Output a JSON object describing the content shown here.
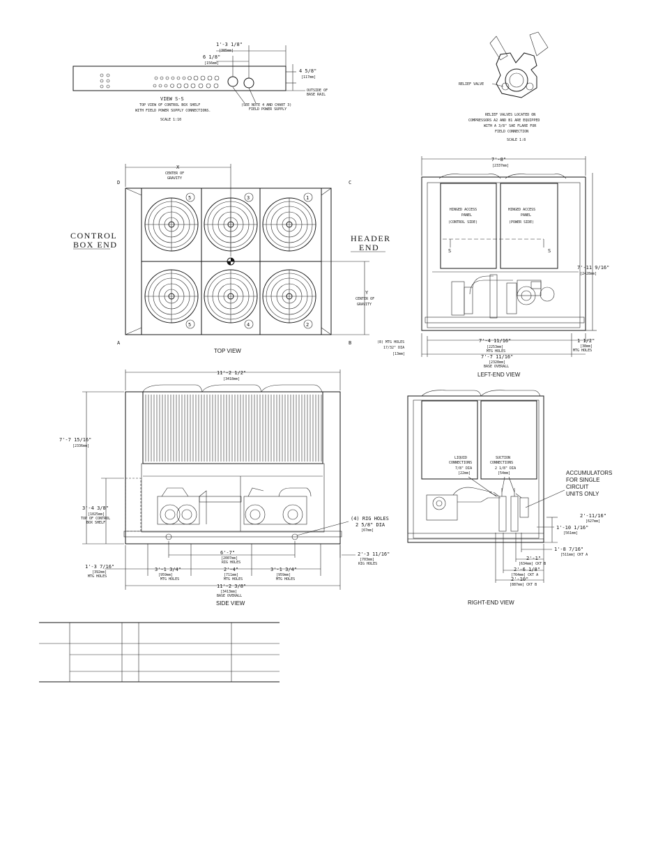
{
  "view_s": {
    "dim_top": "1'-3 1/8\"",
    "dim_top_mm": "[385mm]",
    "dim_mid": "6 1/8\"",
    "dim_mid_mm": "[156mm]",
    "dim_right": "4 5/8\"",
    "dim_right_mm": "[117mm]",
    "outside": "OUTSIDE OF",
    "base_rail": "BASE RAIL",
    "title": "VIEW S-S",
    "sub1": "TOP VIEW OF CONTROL BOX SHELF",
    "sub2": "WITH FIELD POWER SUPPLY CONNECTIONS.",
    "scale": "SCALE 1:10",
    "note1": "(SEE NOTE 4 AND CHART 3)",
    "note2": "FIELD POWER SUPPLY"
  },
  "relief": {
    "valve_label": "RELIEF VALVE",
    "l1": "RELIEF VALVES LOCATED ON",
    "l2": "COMPRESSORS A2 AND B1 ARE EQUIPPED",
    "l3": "WITH A 3/8\" SAE FLARE FOR",
    "l4": "FIELD CONNECTION",
    "scale": "SCALE 1:8"
  },
  "top_view": {
    "x_label": "X",
    "x_cog1": "CENTER OF",
    "x_cog2": "GRAVITY",
    "y_label": "Y",
    "y_cog1": "CENTER OF",
    "y_cog2": "GRAVITY",
    "corner_a": "A",
    "corner_b": "B",
    "corner_c": "C",
    "corner_d": "D",
    "control1": "CONTROL",
    "control2": "BOX END",
    "header1": "HEADER",
    "header2": "END",
    "fans_top": [
      "5",
      "3",
      "1"
    ],
    "fans_bottom": [
      "5",
      "4",
      "2"
    ],
    "title": "TOP VIEW"
  },
  "left_end": {
    "width": "7'-8\"",
    "width_mm": "[2337mm]",
    "height": "7'-11 9/16\"",
    "height_mm": "[2428mm]",
    "panel_l1": "HINGED ACCESS",
    "panel_l2": "PANEL",
    "panel_l3": "(CONTROL SIDE)",
    "panel_r1": "HINGED ACCESS",
    "panel_r2": "PANEL",
    "panel_r3": "(POWER SIDE)",
    "s": "S",
    "mtg1": "(8) MTG HOLES",
    "mtg2": "17/32\" DIA",
    "mtg_mm": "[13mm]",
    "mtg_dim": "7'-4 11/16\"",
    "mtg_dim_mm": "[2253mm]",
    "mtg_holes": "MTG HOLES",
    "edge_dim": "1 1/2\"",
    "edge_mm": "[38mm]",
    "edge_lbl": "MTG HOLES",
    "base_dim": "7'-7 11/16\"",
    "base_mm": "[2328mm]",
    "base_lbl": "BASE OVERALL",
    "title": "LEFT-END VIEW"
  },
  "side_view": {
    "width": "11'-2 1/2\"",
    "width_mm": "[3418mm]",
    "height": "7'-7 15/16\"",
    "height_mm": "[2336mm]",
    "shelf": "3'-4 3/8\"",
    "shelf_mm": "[1025mm]",
    "shelf_l1": "TOP OF CONTROL",
    "shelf_l2": "BOX SHELF",
    "rig1": "(4) RIG HOLES",
    "rig2": "2 5/8\" DIA",
    "rig_mm": "[67mm]",
    "rig_span": "6'-7\"",
    "rig_span_mm": "[2007mm]",
    "rig_span_lbl": "RIG HOLES",
    "right_dim": "2'-3 11/16\"",
    "right_mm": "[703mm]",
    "right_lbl": "RIG HOLES",
    "left_dim": "1'-3 7/16\"",
    "left_mm": "[392mm]",
    "left_lbl": "MTG HOLES",
    "m1": "3'-1 3/4\"",
    "m1_mm": "[959mm]",
    "m1_lbl": "MTG HOLES",
    "m2": "2'-4\"",
    "m2_mm": "[711mm]",
    "m2_lbl": "MTG HOLES",
    "m3": "3'-1 3/4\"",
    "m3_mm": "[959mm]",
    "m3_lbl": "MTG HOLES",
    "base": "11'-2 3/8\"",
    "base_mm": "[3413mm]",
    "base_lbl": "BASE OVERALL",
    "title": "SIDE VIEW"
  },
  "right_end": {
    "liq1": "LIQUID",
    "liq2": "CONNECTIONS",
    "liq3": "7/8\" DIA",
    "liq_mm": "[22mm]",
    "suc1": "SUCTION",
    "suc2": "CONNECTIONS",
    "suc3": "2 1/8\" DIA",
    "suc_mm": "[54mm]",
    "acc1": "ACCUMULATORS",
    "acc2": "FOR SINGLE",
    "acc3": "CIRCUIT",
    "acc4": "UNITS ONLY",
    "d1": "2'-11/16\"",
    "d1_mm": "[627mm]",
    "d2": "1'-10 1/16\"",
    "d2_mm": "[561mm]",
    "d3": "1'-8 7/16\"",
    "d3_mm": "[511mm] CKT A",
    "d4": "2'-1\"",
    "d4_mm": "[634mm] CKT B",
    "d5": "2'-6 1/8\"",
    "d5_mm": "[764mm] CKT A",
    "d6": "2'-10\"",
    "d6_mm": "[887mm] CKT B",
    "title": "RIGHT-END VIEW"
  }
}
